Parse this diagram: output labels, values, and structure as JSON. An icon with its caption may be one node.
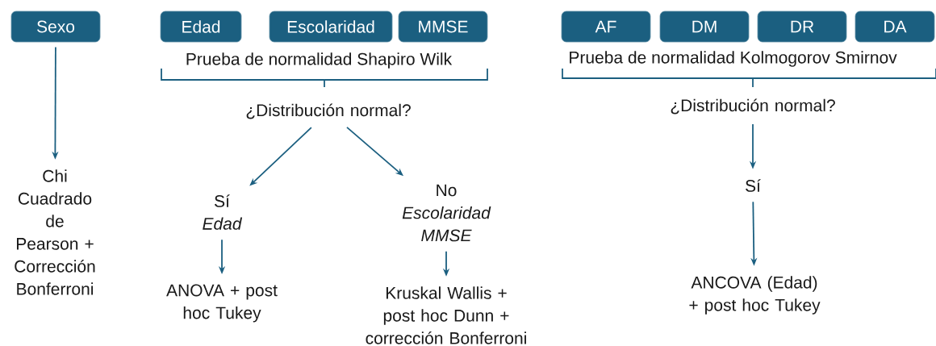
{
  "diagram": {
    "nodes": [
      {
        "text": [
          "Sexo"
        ]
      },
      {
        "text": [
          "Chi Cuadrado de Pearson + Corrección Bonferroni"
        ]
      },
      {
        "text": [
          "Edad"
        ]
      },
      {
        "text": [
          "Escolaridad"
        ]
      },
      {
        "text": [
          "MMSE"
        ]
      },
      {
        "text": [
          "¿Distribución normal?"
        ]
      },
      {
        "text": [
          "Sí",
          "Edad"
        ]
      },
      {
        "text": [
          "No",
          "Escolaridad MMSE"
        ]
      },
      {
        "text": [
          "ANOVA + post hoc Tukey"
        ]
      },
      {
        "text": [
          "Kruskal Wallis + post hoc Dunn + corrección Bonferroni"
        ]
      },
      {
        "text": [
          "AF"
        ]
      },
      {
        "text": [
          "DM"
        ]
      },
      {
        "text": [
          "DR"
        ]
      },
      {
        "text": [
          "DA"
        ]
      },
      {
        "text": [
          "¿Distribución normal?"
        ]
      },
      {
        "text": [
          "Sí"
        ]
      },
      {
        "text": [
          "ANCOVA (Edad) + post hoc Tukey"
        ]
      }
    ],
    "edges": [
      {
        "from": 0,
        "to": 1,
        "arrow": "to"
      },
      {
        "from": 5,
        "to": 6,
        "arrow": "to"
      },
      {
        "from": 5,
        "to": 7,
        "arrow": "to"
      },
      {
        "from": 6,
        "to": 8,
        "arrow": "to"
      },
      {
        "from": 7,
        "to": 9,
        "arrow": "to"
      },
      {
        "from": 14,
        "to": 15,
        "arrow": "to"
      },
      {
        "from": 15,
        "to": 16,
        "arrow": "to"
      }
    ],
    "labels": [
      "Prueba de normalidad Shapiro Wilk",
      "Prueba de normalidad Kolmogorov Smirnov"
    ]
  }
}
